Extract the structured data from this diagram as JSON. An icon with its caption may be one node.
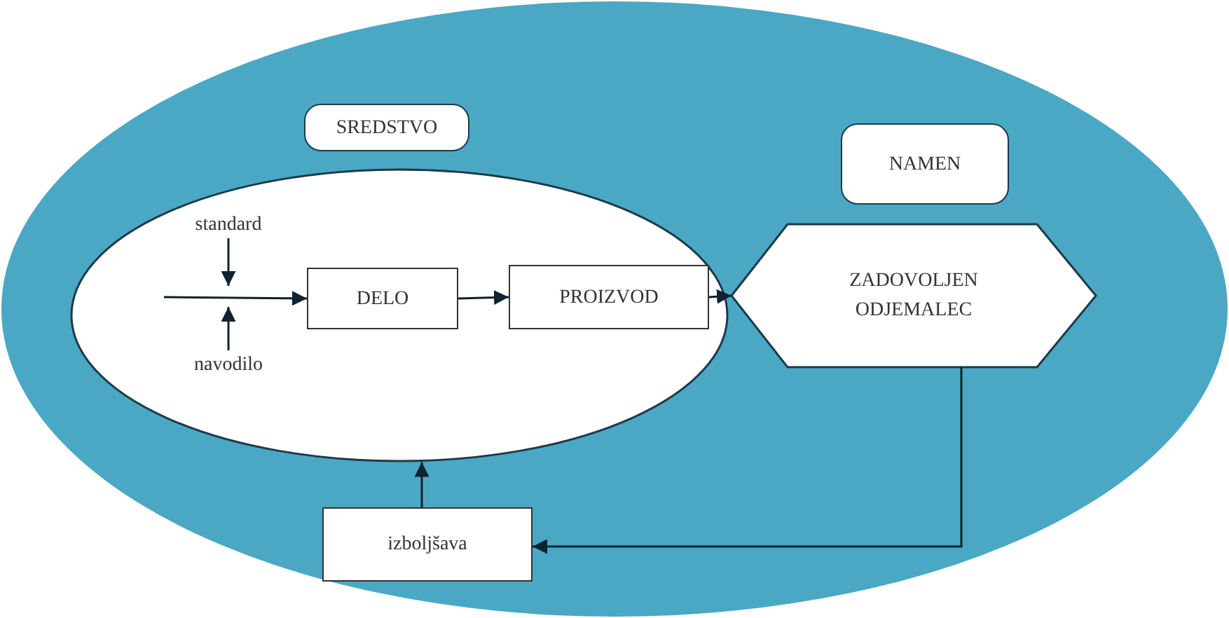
{
  "diagram": {
    "nodes": [
      {
        "text": [],
        "shape": "ellipse"
      },
      {
        "text": [
          "SREDSTVO"
        ],
        "in": 0
      },
      {
        "text": [],
        "shape": "ellipse",
        "in": 0
      },
      {
        "text": [
          "DELO"
        ],
        "in": 2
      },
      {
        "text": [
          "PROIZVOD"
        ],
        "in": 2
      },
      {
        "text": [
          "standard"
        ],
        "in": 2
      },
      {
        "text": [
          "navodilo"
        ],
        "in": 2
      },
      {
        "text": [
          "NAMEN"
        ],
        "in": 0
      },
      {
        "text": [
          "ZADOVOLJEN ODJEMALEC"
        ],
        "in": 0
      },
      {
        "text": [
          "izboljšava"
        ],
        "in": 0
      }
    ],
    "edges": [
      {
        "from": null,
        "to": 3,
        "arrow": "to"
      },
      {
        "from": 3,
        "to": 4,
        "arrow": "to"
      },
      {
        "from": 4,
        "to": 8,
        "arrow": "to"
      },
      {
        "from": 8,
        "to": 9,
        "arrow": "to"
      },
      {
        "from": 9,
        "to": 2,
        "arrow": "to"
      },
      {
        "from": 5,
        "to": null,
        "arrow": "to"
      },
      {
        "from": 6,
        "to": null,
        "arrow": "to"
      }
    ]
  }
}
